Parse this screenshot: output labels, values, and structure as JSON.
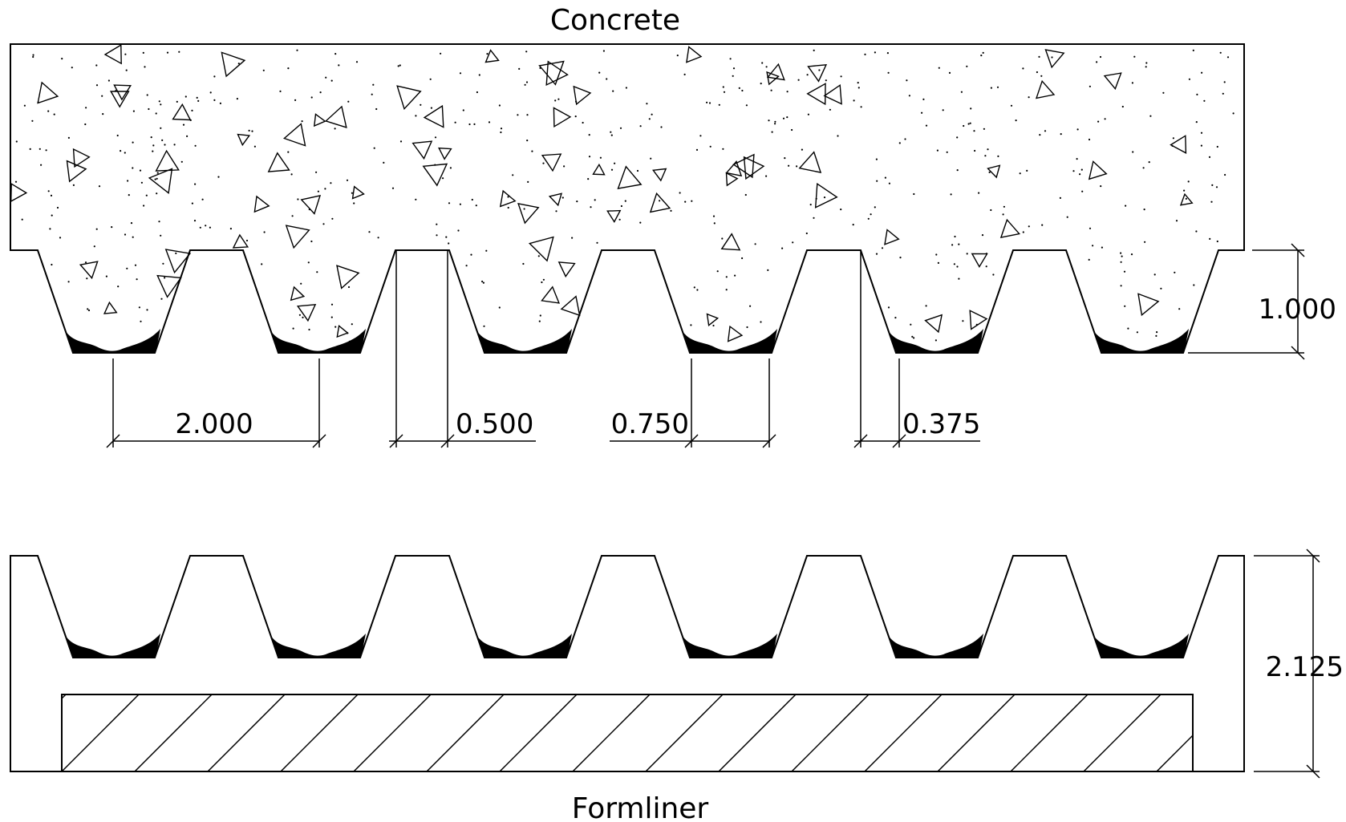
{
  "labels": {
    "top_title": "Concrete",
    "bottom_title": "Formliner"
  },
  "dimensions": {
    "rib_spacing": "2.000",
    "rib_top_width": "0.500",
    "groove_bottom_width": "0.750",
    "taper_offset": "0.375",
    "rib_depth": "1.000",
    "formliner_thickness": "2.125"
  },
  "colors": {
    "line": "#000000",
    "background": "#ffffff"
  }
}
